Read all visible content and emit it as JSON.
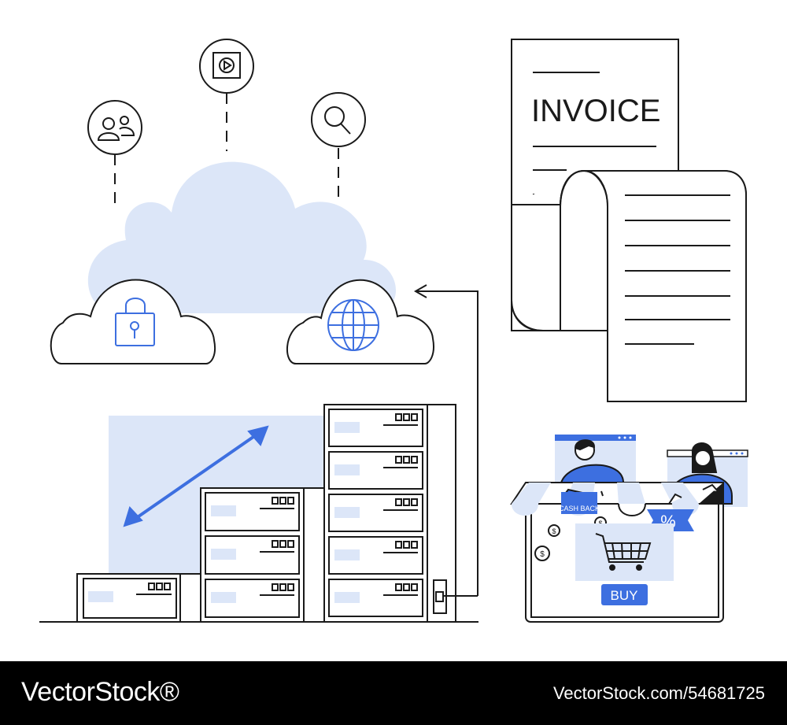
{
  "invoice": {
    "heading": "INVOICE"
  },
  "shop": {
    "cashback_label": "CASH BACK",
    "discount_symbol": "%",
    "buy_label": "BUY",
    "coin_symbol": "$"
  },
  "footer": {
    "brand": "VectorStock®",
    "image_id": "VectorStock.com/54681725"
  },
  "colors": {
    "accent": "#3d6fe0",
    "light_fill": "#dce6f8",
    "stroke": "#1a1a1a"
  },
  "icons": [
    "users-icon",
    "video-play-icon",
    "search-icon",
    "lock-icon",
    "globe-icon",
    "shopping-cart-icon",
    "double-arrow-icon"
  ]
}
